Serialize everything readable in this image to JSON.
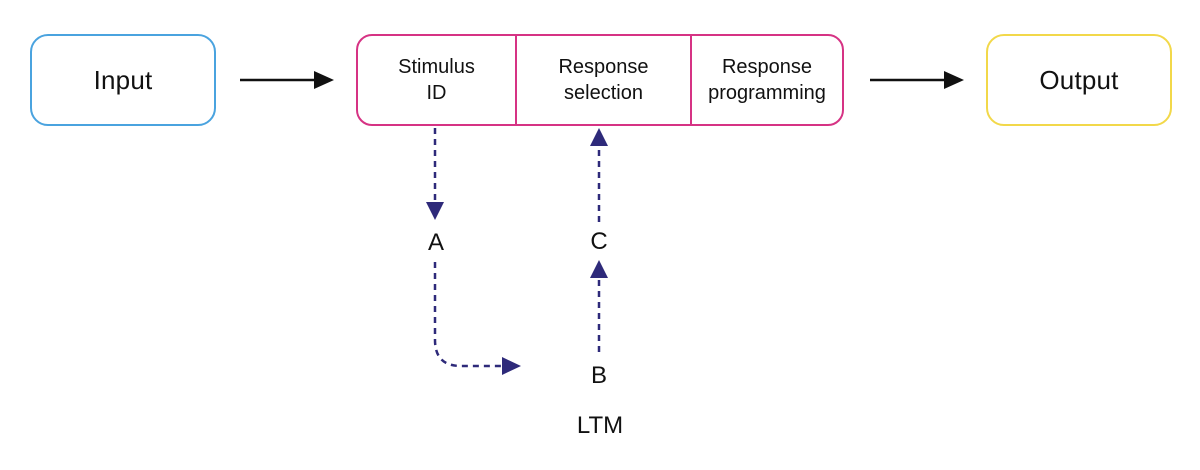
{
  "colors": {
    "input_border": "#4aa3df",
    "stage_border": "#d63384",
    "output_border": "#f2d84a",
    "solid_arrow": "#111111",
    "dashed_arrow": "#2e2a7a",
    "text": "#111111"
  },
  "input": {
    "label": "Input"
  },
  "output": {
    "label": "Output"
  },
  "stages": [
    {
      "label": "Stimulus\nID"
    },
    {
      "label": "Response\nselection"
    },
    {
      "label": "Response\nprogramming"
    }
  ],
  "memory": {
    "point_a": "A",
    "point_b": "B",
    "point_c": "C",
    "store_label": "LTM"
  }
}
